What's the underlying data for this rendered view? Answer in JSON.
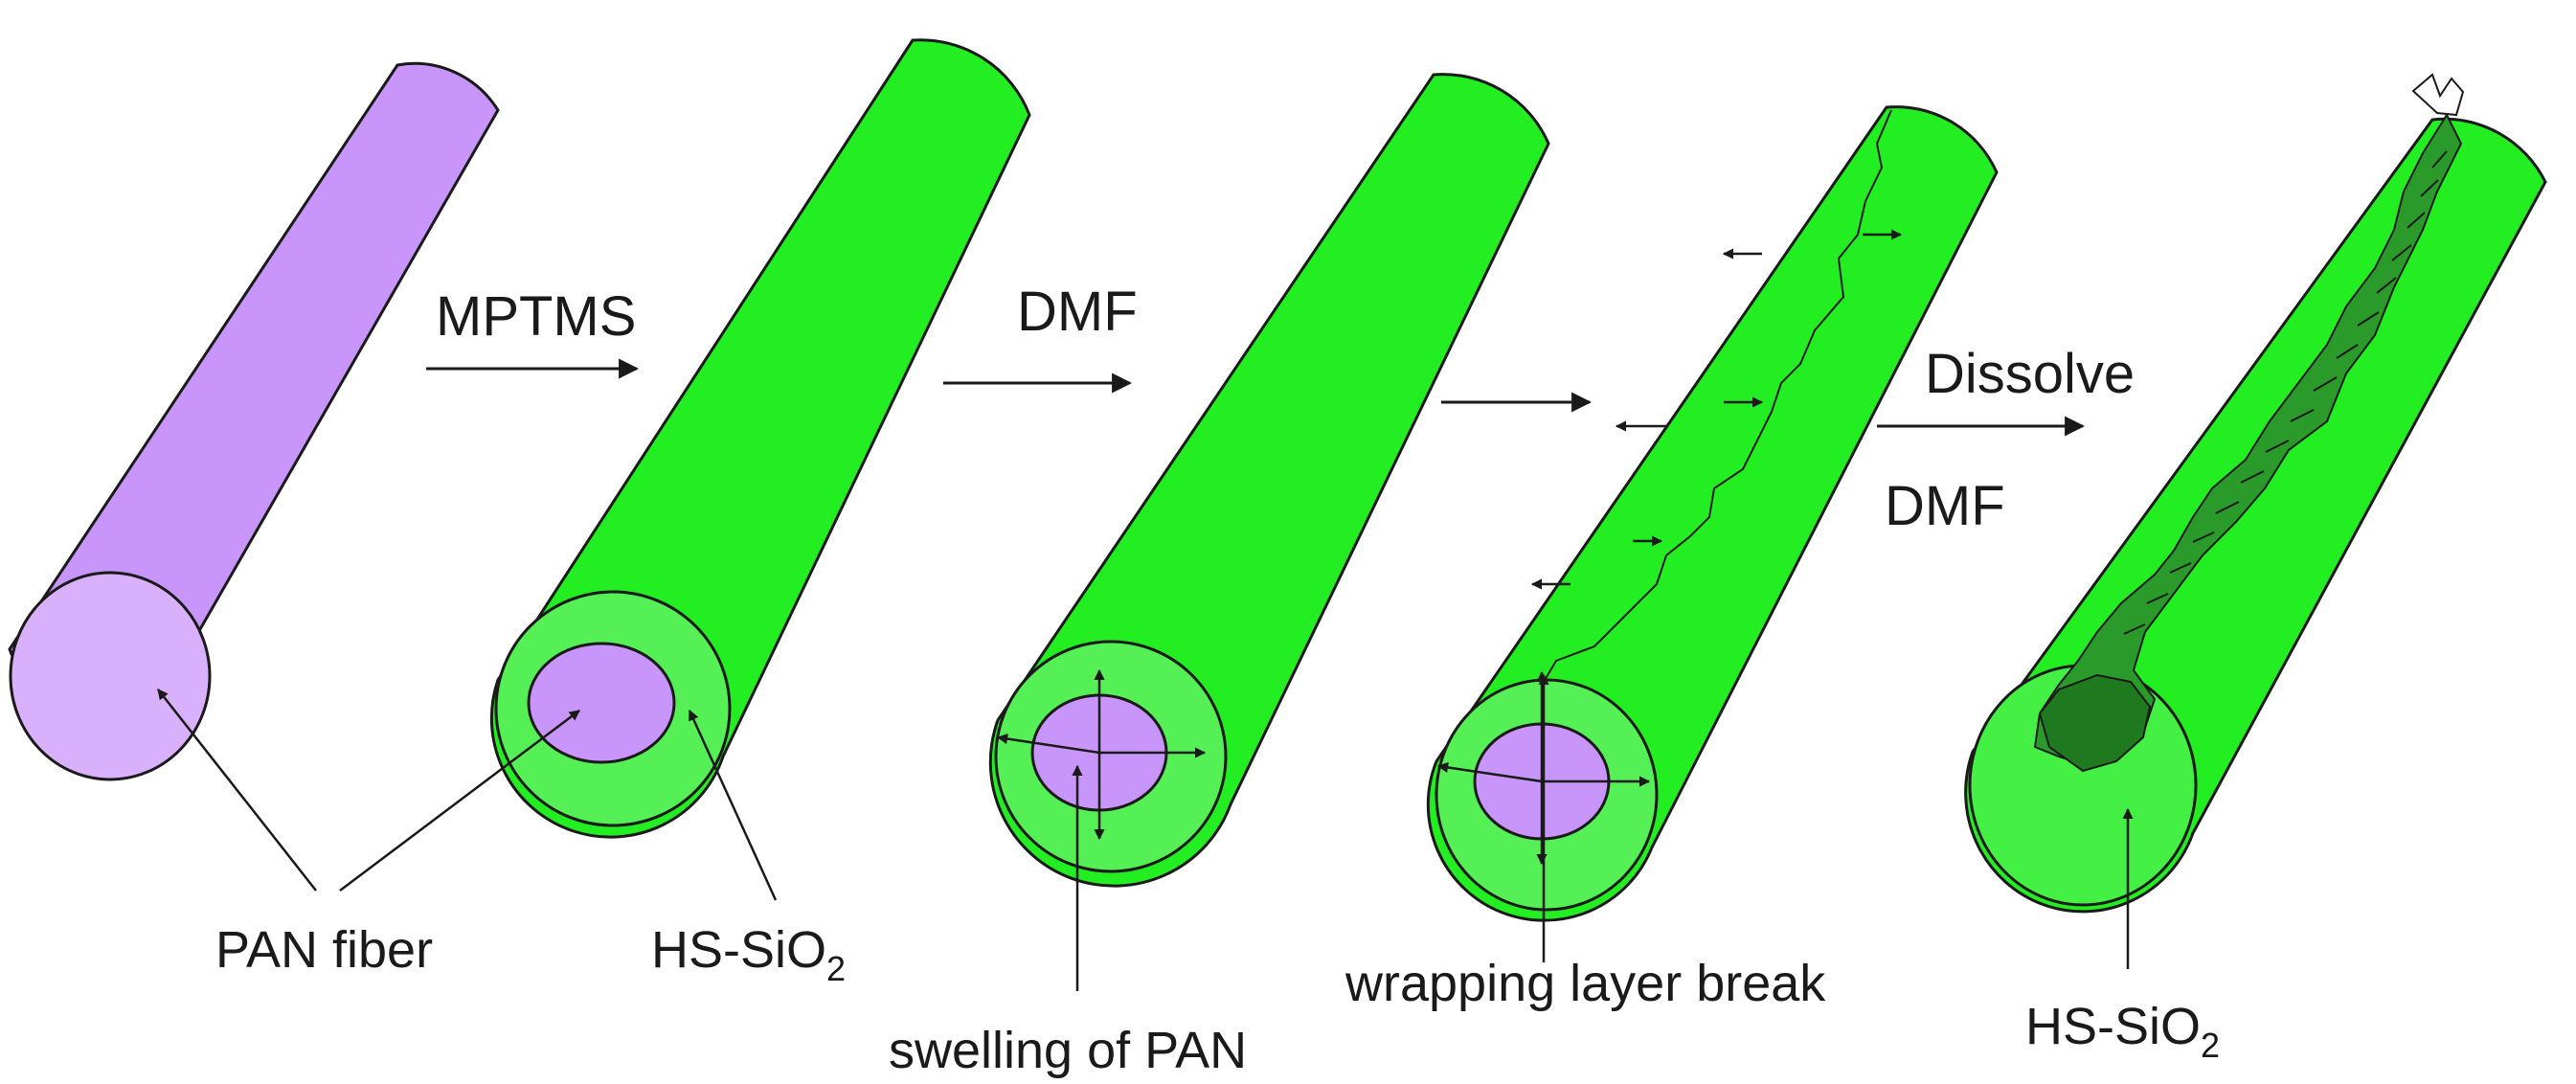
{
  "colors": {
    "pan_fiber": "#c896fb",
    "pan_fiber_end": "#d8b0fc",
    "hs_sio2_shell": "#22ee22",
    "hs_sio2_rim": "#55f055",
    "crack_dark": "#1f8a1f",
    "outline": "#1a1a1a"
  },
  "steps": {
    "step1_reagent": "MPTMS",
    "step2_reagent": "DMF",
    "step4_action": "Dissolve",
    "step4_reagent": "DMF"
  },
  "labels": {
    "pan_fiber": "PAN fiber",
    "hs_sio2_main": "HS-SiO",
    "hs_sio2_main_sub": "2",
    "swelling": "swelling of PAN",
    "wrapping_break": "wrapping layer break",
    "hs_sio2_final": "HS-SiO",
    "hs_sio2_final_sub": "2"
  }
}
